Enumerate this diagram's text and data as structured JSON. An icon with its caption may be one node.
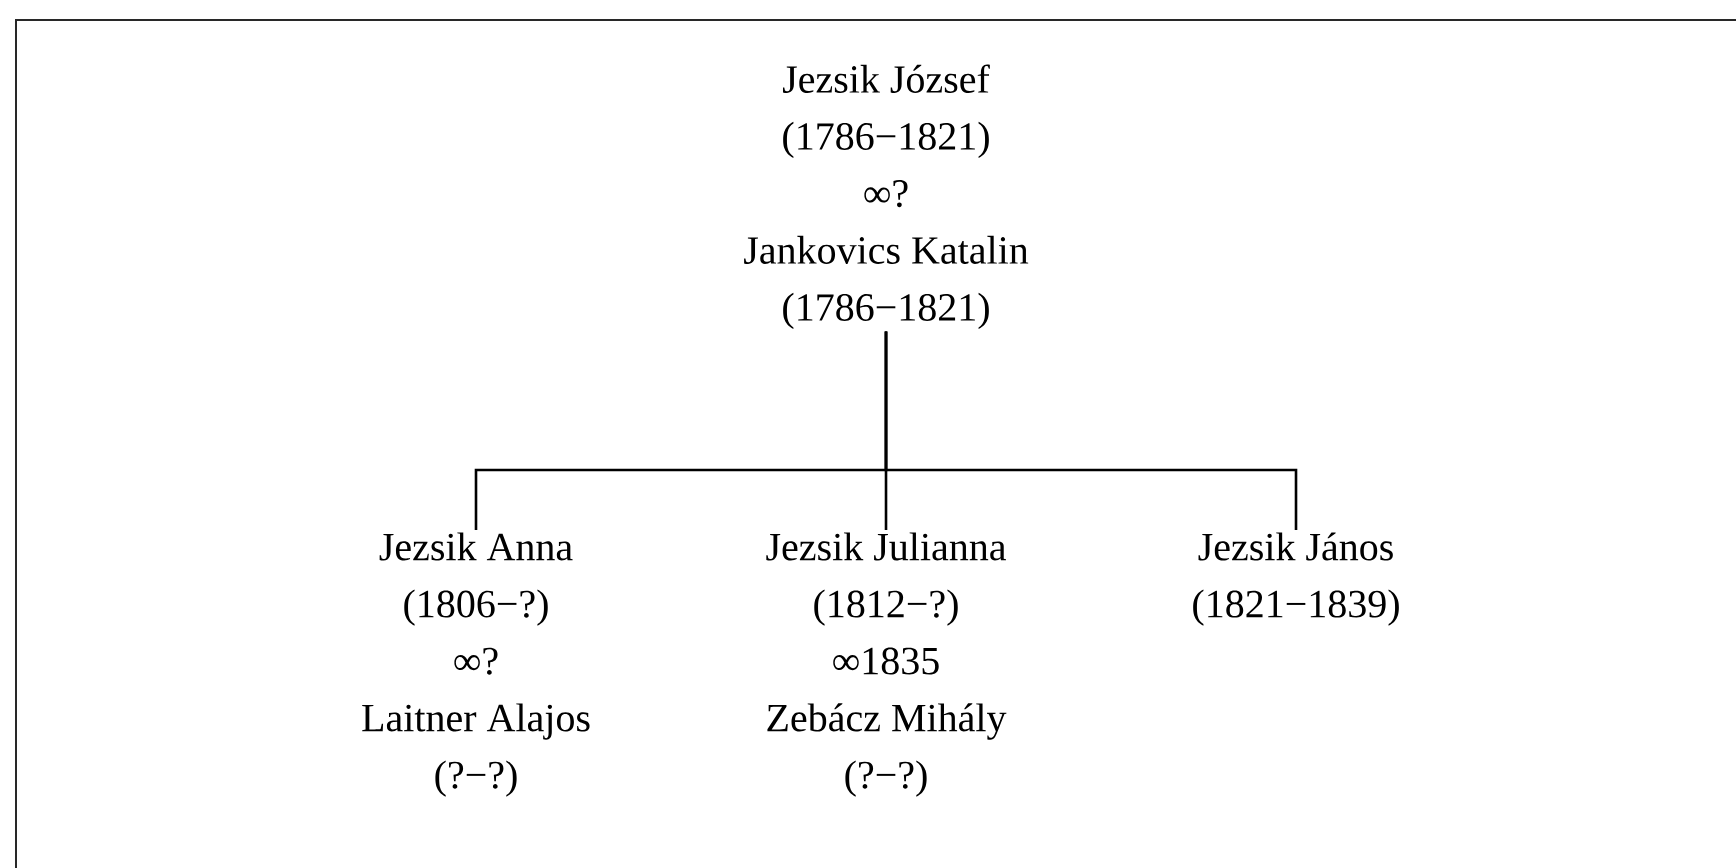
{
  "diagram": {
    "nodes": [
      {
        "text": [
          "Jezsik József",
          "(1786−1821)",
          "∞?",
          "Jankovics Katalin",
          "(1786−1821)"
        ]
      },
      {
        "text": [
          "Jezsik Anna",
          "(1806−?)",
          "∞?",
          "Laitner Alajos",
          "(?−?)"
        ]
      },
      {
        "text": [
          "Jezsik Julianna",
          "(1812−?)",
          "∞1835",
          "Zebácz Mihály",
          "(?−?)"
        ]
      },
      {
        "text": [
          "Jezsik János",
          "(1821−1839)"
        ]
      }
    ],
    "edges": [
      {
        "from": 0,
        "to": 1,
        "arrow": "none"
      },
      {
        "from": 0,
        "to": 2,
        "arrow": "none"
      },
      {
        "from": 0,
        "to": 3,
        "arrow": "none"
      }
    ]
  }
}
